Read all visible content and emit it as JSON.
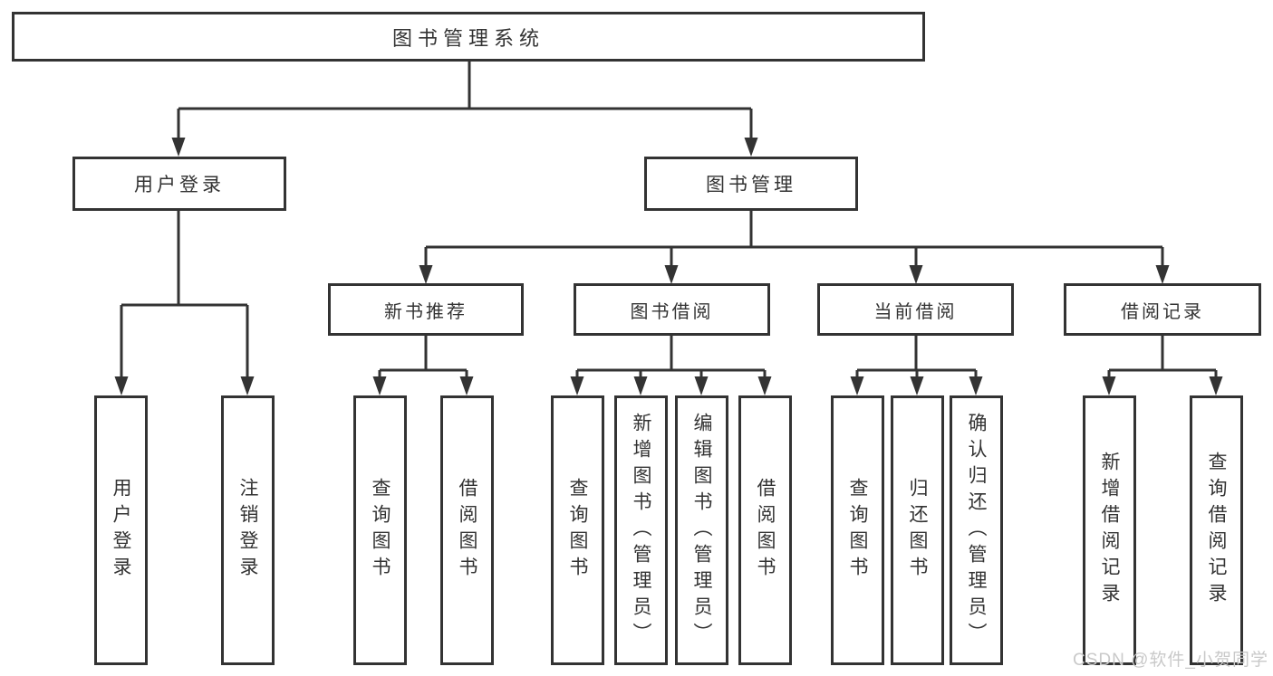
{
  "nodes": {
    "root": {
      "label": "图书管理系统"
    },
    "user_login": {
      "label": "用户登录",
      "children": [
        {
          "label": "用户登录"
        },
        {
          "label": "注销登录"
        }
      ]
    },
    "book_mgmt": {
      "label": "图书管理",
      "modules": [
        {
          "label": "新书推荐",
          "children": [
            {
              "label": "查询图书"
            },
            {
              "label": "借阅图书"
            }
          ]
        },
        {
          "label": "图书借阅",
          "children": [
            {
              "label": "查询图书"
            },
            {
              "label": "新增图书（管理员）"
            },
            {
              "label": "编辑图书（管理员）"
            },
            {
              "label": "借阅图书"
            }
          ]
        },
        {
          "label": "当前借阅",
          "children": [
            {
              "label": "查询图书"
            },
            {
              "label": "归还图书"
            },
            {
              "label": "确认归还（管理员）"
            }
          ]
        },
        {
          "label": "借阅记录",
          "children": [
            {
              "label": "新增借阅记录"
            },
            {
              "label": "查询借阅记录"
            }
          ]
        }
      ]
    }
  },
  "watermark": {
    "text": "CSDN @软件_小贺同学"
  },
  "colors": {
    "line": "#333333",
    "text": "#333333",
    "background": "#ffffff",
    "watermark": "#c9c9c9"
  }
}
